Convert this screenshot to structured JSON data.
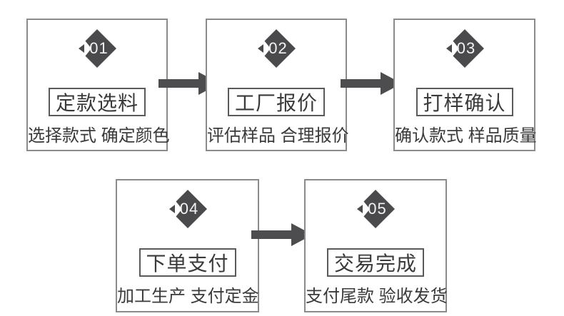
{
  "flow": {
    "steps": [
      {
        "number": "01",
        "title": "定款选料",
        "subtitle": "选择款式 确定颜色"
      },
      {
        "number": "02",
        "title": "工厂报价",
        "subtitle": "评估样品 合理报价"
      },
      {
        "number": "03",
        "title": "打样确认",
        "subtitle": "确认款式 样品质量"
      },
      {
        "number": "04",
        "title": "下单支付",
        "subtitle": "加工生产 支付定金"
      },
      {
        "number": "05",
        "title": "交易完成",
        "subtitle": "支付尾款 验收发货"
      }
    ]
  },
  "colors": {
    "background": "#ffffff",
    "box_border": "#8b8b8b",
    "title_border": "#5a5a5a",
    "text": "#3a3a3a",
    "diamond": "#4a4a4c",
    "arrow": "#4d4d4f",
    "number": "#f2f2f2"
  }
}
